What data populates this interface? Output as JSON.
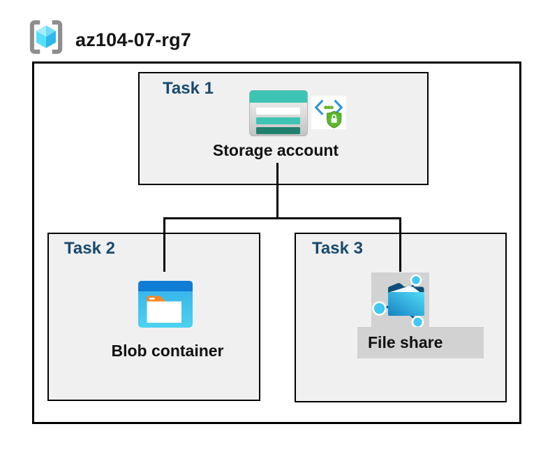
{
  "header": {
    "resource_group_name": "az104-07-rg7"
  },
  "tasks": [
    {
      "label": "Task 1",
      "resource": "Storage account"
    },
    {
      "label": "Task 2",
      "resource": "Blob container"
    },
    {
      "label": "Task 3",
      "resource": "File share"
    }
  ],
  "icons": {
    "resource_group": "azure-resource-group (gray brackets with cyan cube)",
    "storage_account": "storage-account (teal banded card)",
    "secure_access": "code-brackets-with-green-lock-shield",
    "blob_container": "blob-container (blue window with white folder, orange tab)",
    "file_share": "file-share (blue folder with network nodes)"
  },
  "connections": [
    {
      "from": "Storage account",
      "to": "Blob container"
    },
    {
      "from": "Storage account",
      "to": "File share"
    }
  ],
  "colors": {
    "task_label_navy": "#17496F",
    "box_fill": "#F0F0F0",
    "border_black": "#000000",
    "storage_teal": "#3EC4B4",
    "storage_teal_dark": "#20806F",
    "blob_header_blue": "#0F7CD6",
    "blob_body_cyan": "#3FC2EE",
    "folder_tab_orange": "#F68822",
    "file_flap_navy": "#0D4E79",
    "network_node_blue": "#41C8F5",
    "shield_green": "#5CB82F",
    "code_bracket_blue": "#2B94D8",
    "gray_highlight": "#D2D2D2",
    "rg_bracket_gray": "#8E8E8E",
    "cube_cyan": "#55E0FD"
  }
}
